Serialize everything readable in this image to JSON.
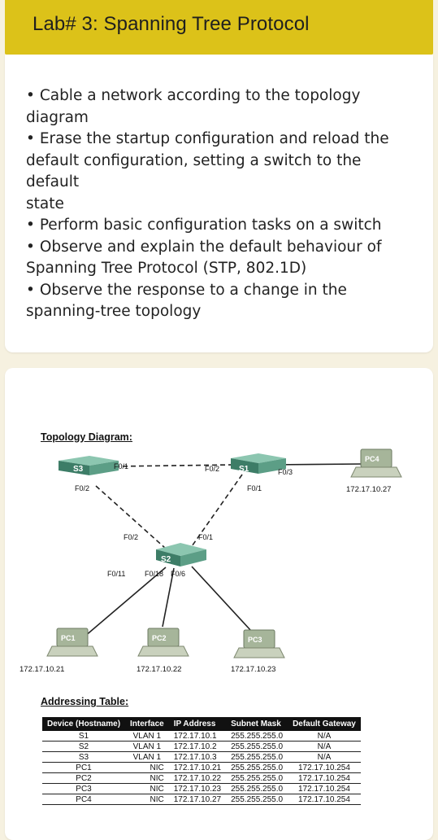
{
  "header": {
    "title": "Lab# 3: Spanning Tree Protocol"
  },
  "objectives": [
    {
      "bullet": "•",
      "text": "Cable a network according to the topology diagram"
    },
    {
      "bullet": "•",
      "text": "Erase the startup configuration and reload the default configuration, setting a switch to the default"
    },
    {
      "bullet": "",
      "text": "state"
    },
    {
      "bullet": "•",
      "text": "Perform basic configuration tasks on a switch"
    },
    {
      "bullet": "•",
      "text": "Observe and explain the default behaviour of Spanning Tree Protocol (STP, 802.1D)"
    },
    {
      "bullet": "•",
      "text": "Observe the response to a change in the spanning-tree topology"
    }
  ],
  "topology": {
    "title": "Topology Diagram:",
    "switches": {
      "s1": "S1",
      "s2": "S2",
      "s3": "S3"
    },
    "pcs": {
      "pc1": "PC1",
      "pc2": "PC2",
      "pc3": "PC3",
      "pc4": "PC4"
    },
    "ports": {
      "s3_f01": "F0/1",
      "s3_f02": "F0/2",
      "s1_f02": "F0/2",
      "s1_f03": "F0/3",
      "s1_f01": "F0/1",
      "s2_f02": "F0/2",
      "s2_f01": "F0/1",
      "s2_f011": "F0/11",
      "s2_f018": "F0/18",
      "s2_f06": "F0/6"
    },
    "ips": {
      "pc1": "172.17.10.21",
      "pc2": "172.17.10.22",
      "pc3": "172.17.10.23",
      "pc4": "172.17.10.27"
    }
  },
  "addressing": {
    "title": "Addressing Table:",
    "headers": [
      "Device (Hostname)",
      "Interface",
      "IP Address",
      "Subnet Mask",
      "Default Gateway"
    ],
    "rows": [
      [
        "S1",
        "VLAN 1",
        "172.17.10.1",
        "255.255.255.0",
        "N/A"
      ],
      [
        "S2",
        "VLAN 1",
        "172.17.10.2",
        "255.255.255.0",
        "N/A"
      ],
      [
        "S3",
        "VLAN 1",
        "172.17.10.3",
        "255.255.255.0",
        "N/A"
      ],
      [
        "PC1",
        "NIC",
        "172.17.10.21",
        "255.255.255.0",
        "172.17.10.254"
      ],
      [
        "PC2",
        "NIC",
        "172.17.10.22",
        "255.255.255.0",
        "172.17.10.254"
      ],
      [
        "PC3",
        "NIC",
        "172.17.10.23",
        "255.255.255.0",
        "172.17.10.254"
      ],
      [
        "PC4",
        "NIC",
        "172.17.10.27",
        "255.255.255.0",
        "172.17.10.254"
      ]
    ]
  },
  "colors": {
    "header_bg": "#dcc219",
    "switch": "#5c9e86",
    "pc": "#a6b59a"
  }
}
